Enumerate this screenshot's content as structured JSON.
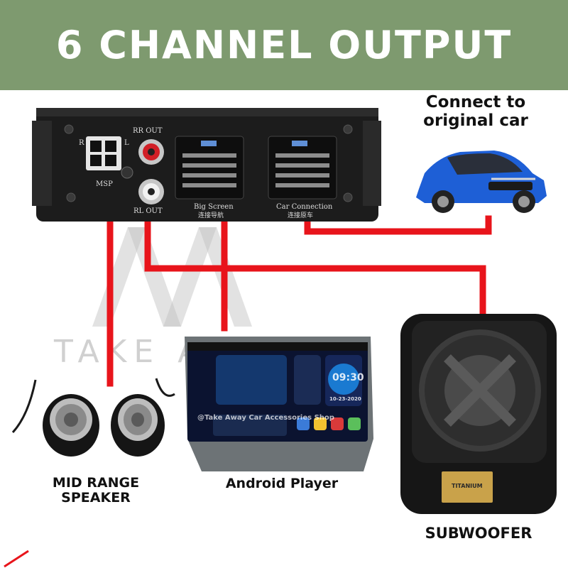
{
  "banner": {
    "title": "6 CHANNEL OUTPUT",
    "color": "#7e9a6f"
  },
  "amplifier": {
    "port_rr": "RR OUT",
    "port_rl": "RL OUT",
    "port_r": "R",
    "port_l": "L",
    "port_msp": "MSP",
    "connector_big_screen": "Big Screen",
    "connector_big_screen_cn": "连接导航",
    "connector_car": "Car Connection",
    "connector_car_cn": "连接原车"
  },
  "labels": {
    "car": "Connect to\noriginal car",
    "midrange": "MID RANGE\nSPEAKER",
    "player": "Android Player",
    "subwoofer": "SUBWOOFER"
  },
  "player_screen": {
    "clock": "09:30",
    "date": "10-23-2020",
    "watermark": "@Take Away Car Accessories Shop"
  },
  "watermark": {
    "text": "TAKE AWAY"
  },
  "subwoofer_badge": "TITANIUM",
  "colors": {
    "wire": "#e8141b",
    "amp_body": "#1c1c1c",
    "car_body": "#1e5fd6"
  }
}
